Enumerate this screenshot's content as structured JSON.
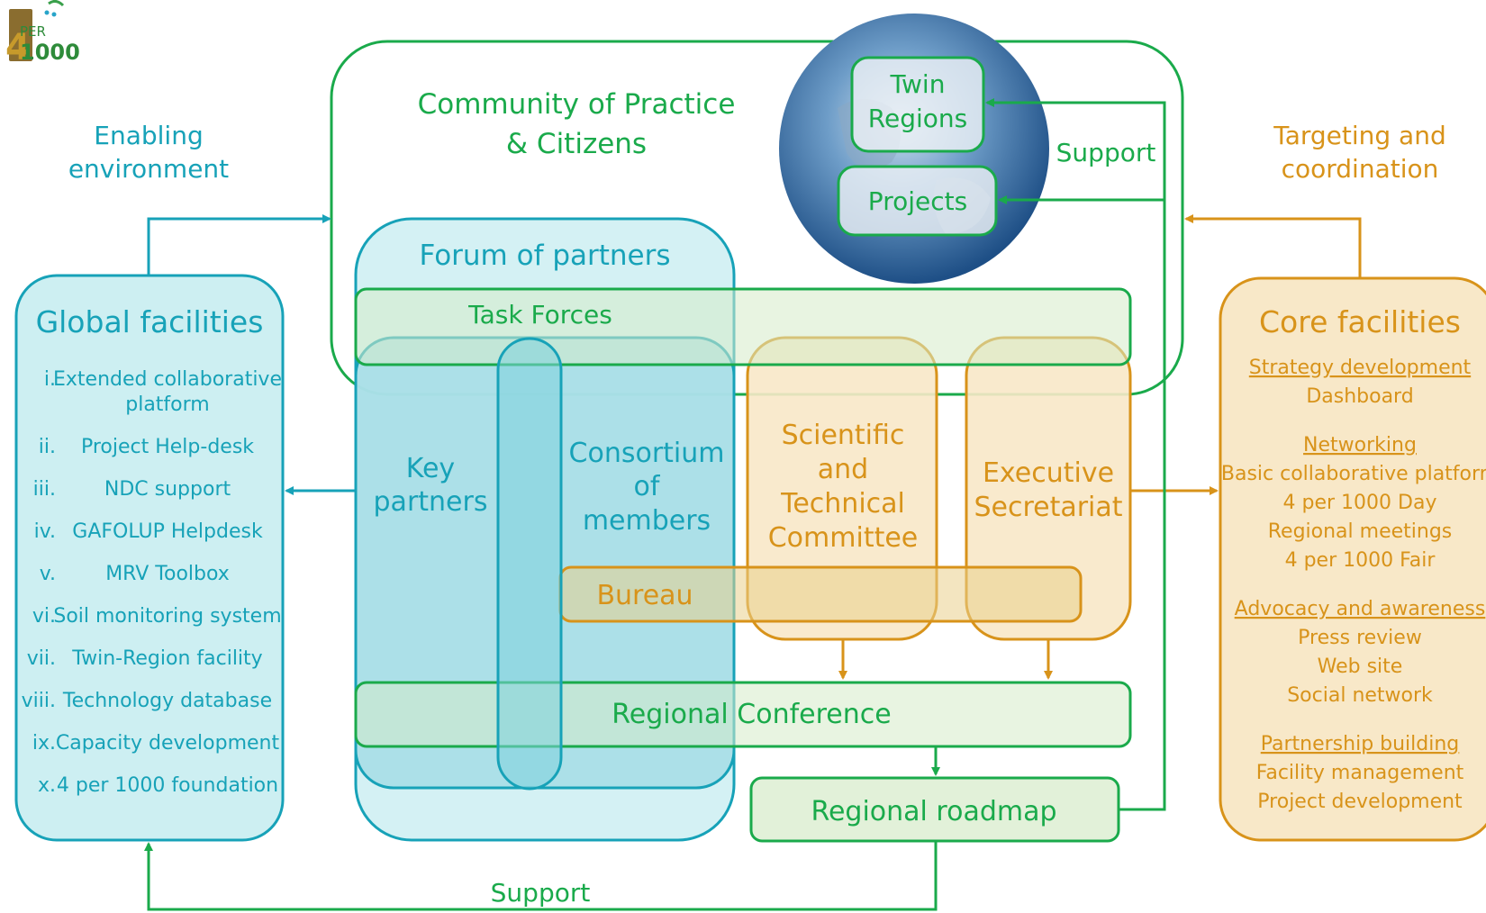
{
  "logo": {
    "top": "4",
    "middle": "PER",
    "bottom": "1000"
  },
  "labels": {
    "enabling": [
      "Enabling",
      "environment"
    ],
    "targeting": [
      "Targeting and",
      "coordination"
    ],
    "community": [
      "Community of Practice",
      "& Citizens"
    ],
    "support_right": "Support",
    "support_bottom": "Support"
  },
  "globe": {
    "twin_regions": [
      "Twin",
      "Regions"
    ],
    "projects": "Projects"
  },
  "global_facilities": {
    "title": "Global facilities",
    "items": [
      {
        "num": "i.",
        "text": [
          "Extended collaborative",
          "platform"
        ]
      },
      {
        "num": "ii.",
        "text": [
          "Project Help-desk"
        ]
      },
      {
        "num": "iii.",
        "text": [
          "NDC support"
        ]
      },
      {
        "num": "iv.",
        "text": [
          "GAFOLUP Helpdesk"
        ]
      },
      {
        "num": "v.",
        "text": [
          "MRV Toolbox"
        ]
      },
      {
        "num": "vi.",
        "text": [
          "Soil monitoring system"
        ]
      },
      {
        "num": "vii.",
        "text": [
          "Twin-Region facility"
        ]
      },
      {
        "num": "viii.",
        "text": [
          "Technology database"
        ]
      },
      {
        "num": "ix.",
        "text": [
          "Capacity development"
        ]
      },
      {
        "num": "x.",
        "text": [
          "4 per 1000 foundation"
        ]
      }
    ]
  },
  "center": {
    "forum": "Forum of partners",
    "task_forces": "Task Forces",
    "key_partners": [
      "Key",
      "partners"
    ],
    "consortium": [
      "Consortium",
      "of",
      "members"
    ],
    "stc": [
      "Scientific",
      "and",
      "Technical",
      "Committee"
    ],
    "executive": [
      "Executive",
      "Secretariat"
    ],
    "bureau": "Bureau",
    "regional_conference": [
      "Regional",
      "Conference"
    ],
    "regional_roadmap": "Regional roadmap"
  },
  "core_facilities": {
    "title": "Core facilities",
    "sections": [
      {
        "heading": "Strategy development",
        "items": [
          "Dashboard"
        ]
      },
      {
        "heading": "Networking",
        "items": [
          "Basic collaborative platform",
          "4 per 1000 Day",
          "Regional meetings",
          "4 per 1000 Fair"
        ]
      },
      {
        "heading": "Advocacy and awareness",
        "items": [
          "Press review",
          "Web site",
          "Social network"
        ]
      },
      {
        "heading": "Partnership building",
        "items": [
          "Facility management",
          "Project development"
        ]
      }
    ]
  },
  "colors": {
    "green": "#1aaa4b",
    "teal": "#17a2b8",
    "orange": "#d8931a",
    "light_teal": "#cdeff2",
    "light_green": "#e2f1d9",
    "light_orange": "#f8e8c8"
  }
}
